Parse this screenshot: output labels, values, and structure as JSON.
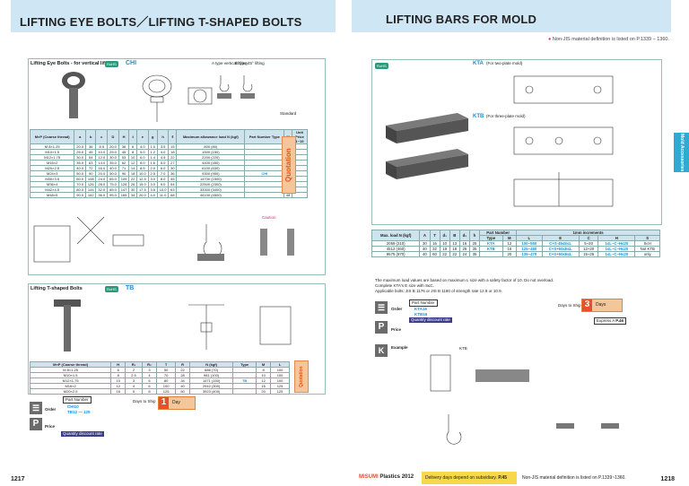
{
  "left": {
    "title": "LIFTING EYE BOLTS／LIFTING T-SHAPED BOLTS",
    "eye": {
      "section_label": "Lifting Eye Bolts - for vertical lifting -",
      "badge": "RoHS",
      "code": "CHI",
      "type_a": "A type vertical lifting",
      "type_b": "B type 45° lifting",
      "std": "Standard",
      "headers": [
        "M×P (Coarse thread)",
        "a",
        "b",
        "c",
        "D",
        "H",
        "t",
        "e",
        "g",
        "h",
        "ℓ",
        "Maximum allowance load N (kgf)",
        "Part Number Type",
        "M",
        "Unit Price 1~19"
      ],
      "rows": [
        [
          "M 8×1.25",
          "20.0",
          "36",
          "8.5",
          "20.0",
          "36",
          "6",
          "4.0",
          "1.0",
          "3.5",
          "15",
          "800 (80)",
          "8"
        ],
        [
          "M10×1.5",
          "25.0",
          "45",
          "10.0",
          "25.0",
          "45",
          "8",
          "5.0",
          "1.2",
          "4.0",
          "18",
          "1500 (150)",
          "10"
        ],
        [
          "M12×1.75",
          "30.0",
          "54",
          "12.0",
          "30.0",
          "53",
          "10",
          "6.0",
          "1.4",
          "4.5",
          "22",
          "2200 (220)",
          "12"
        ],
        [
          "M16×2",
          "35.0",
          "63",
          "14.0",
          "35.0",
          "62",
          "12",
          "8.0",
          "1.6",
          "5.0",
          "27",
          "4400 (450)",
          "16"
        ],
        [
          "M20×2.5",
          "40.0",
          "72",
          "16.0",
          "40.0",
          "71",
          "14",
          "8.5",
          "2.0",
          "6.0",
          "30",
          "6100 (630)",
          "20"
        ],
        [
          "M24×3",
          "50.0",
          "90",
          "20.0",
          "50.0",
          "90",
          "18",
          "10.0",
          "2.5",
          "7.0",
          "36",
          "9300 (950)",
          "24"
        ],
        [
          "M30×3.5",
          "60.0",
          "108",
          "24.0",
          "65.0",
          "109",
          "22",
          "12.5",
          "3.0",
          "8.0",
          "45",
          "14700 (1500)",
          "30"
        ],
        [
          "M36×4",
          "70.0",
          "126",
          "28.0",
          "75.0",
          "128",
          "26",
          "15.0",
          "3.0",
          "9.0",
          "54",
          "22500 (2300)",
          "36"
        ],
        [
          "M42×4.5",
          "80.0",
          "144",
          "32.0",
          "85.0",
          "147",
          "30",
          "17.5",
          "3.5",
          "10.0",
          "63",
          "33300 (3400)",
          "42"
        ],
        [
          "M48×5",
          "90.0",
          "162",
          "36.0",
          "95.0",
          "165",
          "34",
          "20.0",
          "4.0",
          "11.0",
          "68",
          "44100 (4500)",
          "48"
        ]
      ],
      "part_type": "CHI",
      "quote": "Quotation",
      "caution": "Caution"
    },
    "tb": {
      "section_label": "Lifting T-shaped Bolts",
      "badge": "RoHS",
      "code": "TB",
      "headers": [
        "M×P (Coarse thread)",
        "H",
        "R₁",
        "R₂",
        "T",
        "R",
        "ℓ",
        "N (kgf)",
        "Type",
        "M",
        "L"
      ],
      "rows": [
        [
          "M 8×1.25",
          "6",
          "2",
          "3",
          "50",
          "22",
          "686 (70)",
          "8",
          "100"
        ],
        [
          "M10×1.5",
          "8",
          "2.5",
          "4",
          "70",
          "28",
          "981 (100)",
          "10",
          "100"
        ],
        [
          "M12×1.75",
          "10",
          "3",
          "5",
          "80",
          "34",
          "1471 (150)",
          "12",
          "100"
        ],
        [
          "M16×2",
          "12",
          "4",
          "6",
          "100",
          "40",
          "2942 (300)",
          "16",
          "125"
        ],
        [
          "M20×2.5",
          "16",
          "5",
          "8",
          "125",
          "50",
          "3923 (400)",
          "20",
          "125"
        ]
      ],
      "part_type": "TB"
    },
    "order": {
      "label": "Order",
      "pn": "Part Number",
      "ex1": "CHI10",
      "ex2": "TB12 — 125",
      "days_label": "Days to Ship",
      "days": "1",
      "day_unit": "Day"
    },
    "price": {
      "label": "Price",
      "discount": "Quantity discount rate"
    },
    "page": "1217"
  },
  "right": {
    "title": "LIFTING BARS FOR MOLD",
    "note_top": "Non-JIS material definition is listed on P.1339 – 1360.",
    "kta": {
      "code": "KTA",
      "desc": "(For two-plate mold)"
    },
    "ktb": {
      "code": "KTB",
      "desc": "(For three-plate mold)"
    },
    "badge": "RoHS",
    "table": {
      "headers": [
        "Max. load N (kgf)",
        "A",
        "T",
        "d₁",
        "B",
        "d₂",
        "h",
        "Type",
        "M",
        "L",
        "E",
        "C",
        "H",
        "S"
      ],
      "rows": [
        [
          "2059 (210)",
          "30",
          "16",
          "10",
          "13",
          "16",
          "25",
          "KTA",
          "12",
          "100~550",
          "C+S·45≤E≤L",
          "5~20",
          "1≤L−C−H≤20",
          "S≤H"
        ],
        [
          "4512 (460)",
          "40",
          "32",
          "19",
          "18",
          "25",
          "35",
          "KTB",
          "16",
          "125~480",
          "C+S+60≤E≤L",
          "12~20",
          "1≤L−C−H≤20",
          "Not KTB"
        ],
        [
          "9575 (970)",
          "40",
          "60",
          "22",
          "22",
          "24",
          "35",
          "",
          "20",
          "135~470",
          "C+S+60≤E≤L",
          "15~25",
          "1≤L−C−H≤20",
          "only"
        ]
      ],
      "increments": "1mm increments",
      "part_number": "Part Number"
    },
    "notes": [
      "The maximum load values are based on maximum L size with a safety factor of 10. Do not overload.",
      "Complete KTA's E size with S≤C.",
      "Applicable bolts: JIS B 1176 or JIS B 1180 of strength rate 12.9 or 10.9."
    ],
    "order": {
      "label": "Order",
      "pn": "Part Number",
      "ex1": "KTA16",
      "ex2": "KTB16",
      "days_label": "Days to Ship",
      "days": "3",
      "day_unit": "Days",
      "express": "Express A",
      "express_ref": "P.46"
    },
    "price": {
      "label": "Price",
      "discount": "Quantity discount rate"
    },
    "example": {
      "label": "Example",
      "code": "KTB"
    },
    "sidetab": "Mold Accessories",
    "footer": {
      "brand_a": "MISUMI",
      "brand_b": " Plastics 2012",
      "delivery": "Delivery days depend on subsidiary.",
      "delivery_ref": "P.45",
      "nonjis": "Non-JIS material definition is listed on P.1339~1360."
    },
    "page": "1218"
  }
}
